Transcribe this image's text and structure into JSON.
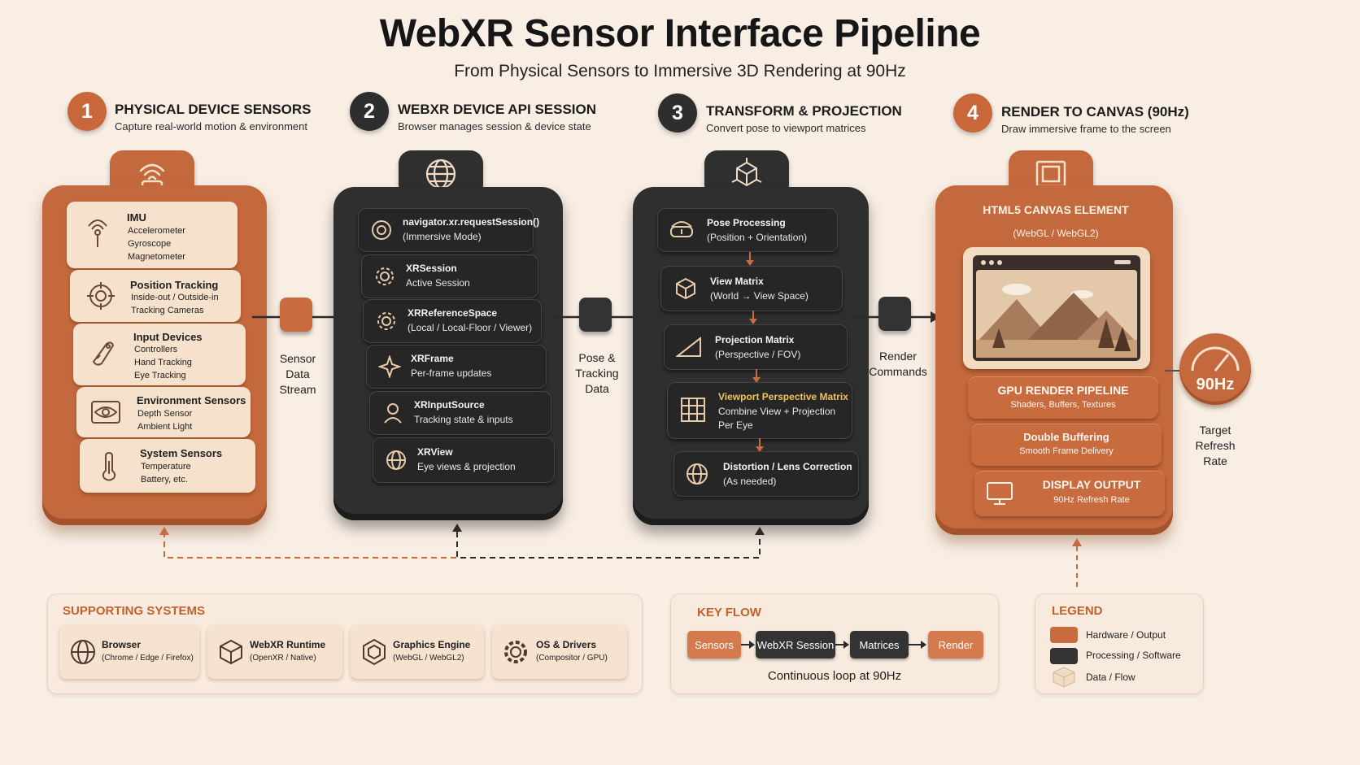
{
  "title": "WebXR Sensor Interface Pipeline",
  "subtitle": "From Physical Sensors to Immersive 3D Rendering at 90Hz",
  "colors": {
    "orange": "#c4693d",
    "dark": "#2f2f2f",
    "cream": "#f6e2cc",
    "background": "#f8eee4",
    "accent_yellow": "#f0c45a"
  },
  "stages": [
    {
      "number": "1",
      "title": "PHYSICAL DEVICE SENSORS",
      "subtitle": "Capture real-world motion & environment",
      "icon": "wireless-sensor-icon"
    },
    {
      "number": "2",
      "title": "WEBXR DEVICE API SESSION",
      "subtitle": "Browser manages session & device state",
      "icon": "globe-icon"
    },
    {
      "number": "3",
      "title": "TRANSFORM & PROJECTION",
      "subtitle": "Convert pose to viewport matrices",
      "icon": "3d-transform-icon"
    },
    {
      "number": "4",
      "title": "RENDER TO CANVAS (90Hz)",
      "subtitle": "Draw immersive frame to the screen",
      "icon": "canvas-frame-icon"
    }
  ],
  "sensors": [
    {
      "title": "IMU",
      "details": "Accelerometer\nGyroscope\nMagnetometer",
      "icon": "imu-icon"
    },
    {
      "title": "Position Tracking",
      "details": "Inside-out / Outside-in\nTracking Cameras",
      "icon": "target-icon"
    },
    {
      "title": "Input Devices",
      "details": "Controllers\nHand Tracking\nEye Tracking",
      "icon": "controller-icon"
    },
    {
      "title": "Environment Sensors",
      "details": "Depth Sensor\nAmbient Light",
      "icon": "eye-icon"
    },
    {
      "title": "System Sensors",
      "details": "Temperature\nBattery, etc.",
      "icon": "thermometer-icon"
    }
  ],
  "api_items": [
    {
      "title": "navigator.xr.requestSession()",
      "sub": "(Immersive Mode)",
      "icon": "session-icon"
    },
    {
      "title": "XRSession",
      "sub": "Active Session",
      "icon": "gear-icon"
    },
    {
      "title": "XRReferenceSpace",
      "sub": "(Local / Local-Floor / Viewer)",
      "icon": "gear-icon"
    },
    {
      "title": "XRFrame",
      "sub": "Per-frame updates",
      "icon": "frame-burst-icon"
    },
    {
      "title": "XRInputSource",
      "sub": "Tracking state & inputs",
      "icon": "input-source-icon"
    },
    {
      "title": "XRView",
      "sub": "Eye views & projection",
      "icon": "globe-icon"
    }
  ],
  "transform_items": [
    {
      "title": "Pose Processing",
      "sub": "(Position + Orientation)",
      "icon": "headset-icon"
    },
    {
      "title": "View Matrix",
      "sub": "(World → View Space)",
      "icon": "cube-icon"
    },
    {
      "title": "Projection Matrix",
      "sub": "(Perspective / FOV)",
      "icon": "frustum-icon"
    },
    {
      "title": "Viewport Perspective Matrix",
      "sub": "Combine View + Projection",
      "sub2": "Per Eye",
      "icon": "grid-icon"
    },
    {
      "title": "Distortion / Lens Correction",
      "sub": "(As needed)",
      "icon": "globe-icon"
    }
  ],
  "render": {
    "canvas_title": "HTML5 CANVAS ELEMENT",
    "canvas_sub": "(WebGL / WebGL2)",
    "items": [
      {
        "title": "GPU RENDER PIPELINE",
        "sub": "Shaders, Buffers, Textures"
      },
      {
        "title": "Double Buffering",
        "sub": "Smooth Frame Delivery"
      },
      {
        "title": "DISPLAY OUTPUT",
        "sub": "90Hz Refresh Rate",
        "icon": "monitor-icon"
      }
    ]
  },
  "connectors": {
    "sensor_data": "Sensor\nData\nStream",
    "pose_data": "Pose &\nTracking\nData",
    "render_cmds": "Render\nCommands"
  },
  "gauge": {
    "value": "90Hz",
    "caption": "Target\nRefresh\nRate"
  },
  "supporting": {
    "title": "SUPPORTING SYSTEMS",
    "items": [
      {
        "title": "Browser",
        "sub": "(Chrome / Edge / Firefox)",
        "icon": "globe-icon"
      },
      {
        "title": "WebXR Runtime",
        "sub": "(OpenXR / Native)",
        "icon": "box-icon"
      },
      {
        "title": "Graphics Engine",
        "sub": "(WebGL / WebGL2)",
        "icon": "hexagon-cube-icon"
      },
      {
        "title": "OS & Drivers",
        "sub": "(Compositor / GPU)",
        "icon": "gear-icon"
      }
    ]
  },
  "key_flow": {
    "title": "KEY FLOW",
    "steps": [
      "Sensors",
      "WebXR Session",
      "Matrices",
      "Render"
    ],
    "caption": "Continuous loop at 90Hz"
  },
  "legend": {
    "title": "LEGEND",
    "items": [
      {
        "label": "Hardware / Output",
        "color": "#c86c40"
      },
      {
        "label": "Processing / Software",
        "color": "#333333"
      },
      {
        "label": "Data / Flow",
        "color": "#f0dcc4"
      }
    ]
  }
}
